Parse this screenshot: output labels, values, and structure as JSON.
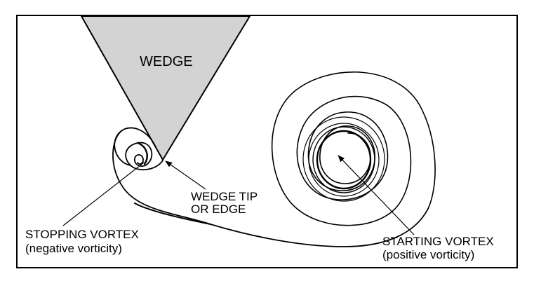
{
  "labels": {
    "wedge": "WEDGE",
    "wedge_tip_line1": "WEDGE TIP",
    "wedge_tip_line2": "OR EDGE",
    "stopping_line1": "STOPPING VORTEX",
    "stopping_line2": "(negative vorticity)",
    "starting_line1": "STARTING VORTEX",
    "starting_line2": "(positive vorticity)"
  },
  "colors": {
    "wedge_fill": "#d3d3d3",
    "stroke": "#000000",
    "background": "#ffffff"
  }
}
